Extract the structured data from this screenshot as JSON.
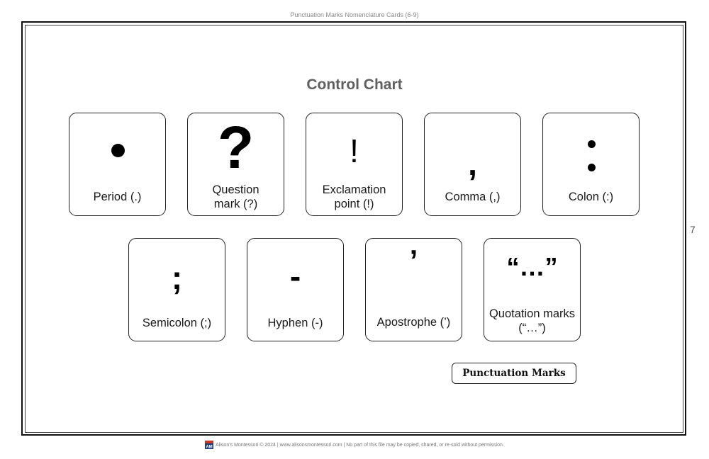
{
  "header": {
    "title": "Punctuation Marks Nomenclature Cards (6-9)"
  },
  "page_number": "7",
  "chart_title": "Control Chart",
  "cards": [
    {
      "name": "period",
      "symbol": "",
      "label_lines": [
        "Period (.)"
      ]
    },
    {
      "name": "question-mark",
      "symbol": "?",
      "label_lines": [
        "Question",
        "mark (?)"
      ]
    },
    {
      "name": "exclamation-point",
      "symbol": "!",
      "label_lines": [
        "Exclamation",
        "point (!)"
      ]
    },
    {
      "name": "comma",
      "symbol": ",",
      "label_lines": [
        "Comma (,)"
      ]
    },
    {
      "name": "colon",
      "symbol": "",
      "label_lines": [
        "Colon (:)"
      ]
    },
    {
      "name": "semicolon",
      "symbol": ";",
      "label_lines": [
        "Semicolon (;)"
      ]
    },
    {
      "name": "hyphen",
      "symbol": "-",
      "label_lines": [
        "Hyphen (-)"
      ]
    },
    {
      "name": "apostrophe",
      "symbol": "’",
      "label_lines": [
        "Apostrophe (’)"
      ]
    },
    {
      "name": "quotation-marks",
      "symbol": "“…”",
      "label_lines": [
        "Quotation marks",
        "(“…”)"
      ]
    }
  ],
  "button": {
    "label": "Punctuation Marks"
  },
  "footer": {
    "logo_text": "AM",
    "text": "Alison’s Montessori © 2024 | www.alisonsmontessori.com | No part of this file may be copied, shared, or re-sold without permission."
  }
}
